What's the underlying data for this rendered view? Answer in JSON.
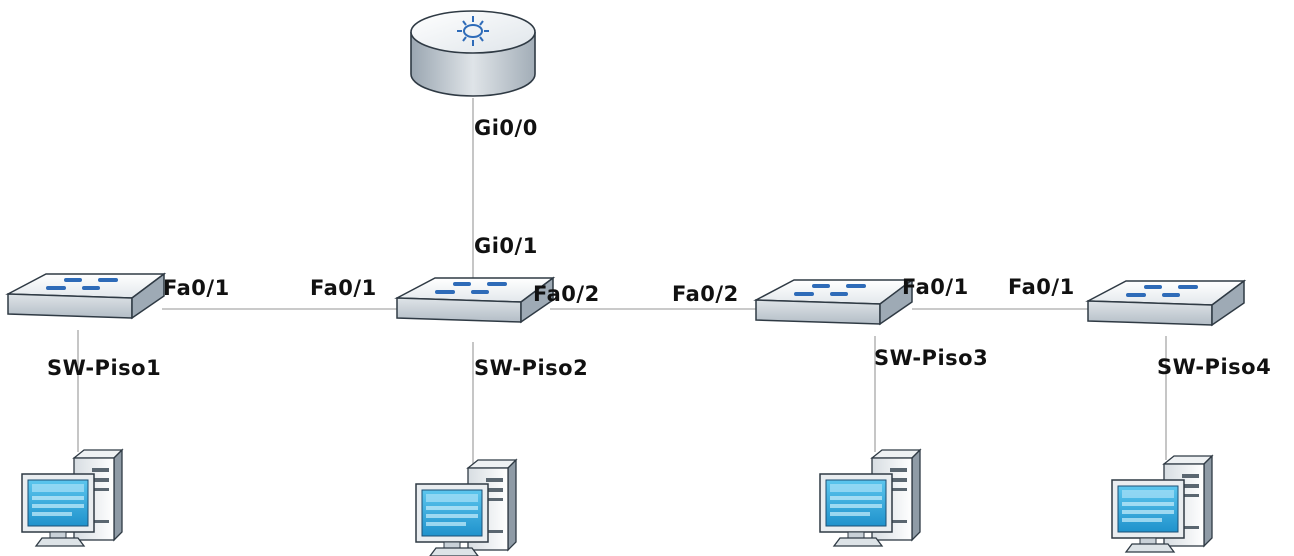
{
  "colors": {
    "link": "#b8b8b8",
    "device_top": "#ffffff",
    "device_side": "#b9c2cb",
    "device_outline": "#2f3a44",
    "arrow": "#2e6bb8",
    "screen": "#2aa7de"
  },
  "router": {
    "icon": "router-icon",
    "port": "Gi0/0"
  },
  "switches": [
    {
      "id": "piso1",
      "name": "SW-Piso1",
      "icon": "switch-icon"
    },
    {
      "id": "piso2",
      "name": "SW-Piso2",
      "icon": "switch-icon"
    },
    {
      "id": "piso3",
      "name": "SW-Piso3",
      "icon": "switch-icon"
    },
    {
      "id": "piso4",
      "name": "SW-Piso4",
      "icon": "switch-icon"
    }
  ],
  "hosts": [
    {
      "id": "pc1",
      "icon": "computer-icon"
    },
    {
      "id": "pc2",
      "icon": "computer-icon"
    },
    {
      "id": "pc3",
      "icon": "computer-icon"
    },
    {
      "id": "pc4",
      "icon": "computer-icon"
    }
  ],
  "ports": {
    "sw2_uplink": "Gi0/1",
    "sw1_to_sw2": "Fa0/1",
    "sw2_to_sw1": "Fa0/1",
    "sw2_to_sw3": "Fa0/2",
    "sw3_to_sw2": "Fa0/2",
    "sw3_to_sw4": "Fa0/1",
    "sw4_to_sw3": "Fa0/1"
  },
  "links": [
    {
      "from": "router",
      "to": "piso2"
    },
    {
      "from": "piso1",
      "to": "piso2"
    },
    {
      "from": "piso2",
      "to": "piso3"
    },
    {
      "from": "piso3",
      "to": "piso4"
    },
    {
      "from": "piso1",
      "to": "pc1"
    },
    {
      "from": "piso2",
      "to": "pc2"
    },
    {
      "from": "piso3",
      "to": "pc3"
    },
    {
      "from": "piso4",
      "to": "pc4"
    }
  ]
}
